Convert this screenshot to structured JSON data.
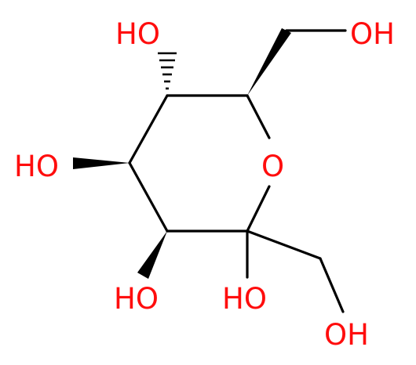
{
  "diagram": {
    "colors": {
      "bond": "#000000",
      "heteroatom": "#ff0d0d",
      "background": "#ffffff"
    },
    "atoms": {
      "oh_top": "HO",
      "oh_top_right": "OH",
      "oh_left": "HO",
      "ring_oxygen": "O",
      "oh_bottom_left": "HO",
      "oh_anomeric": "HO",
      "oh_bottom_right": "OH"
    }
  }
}
